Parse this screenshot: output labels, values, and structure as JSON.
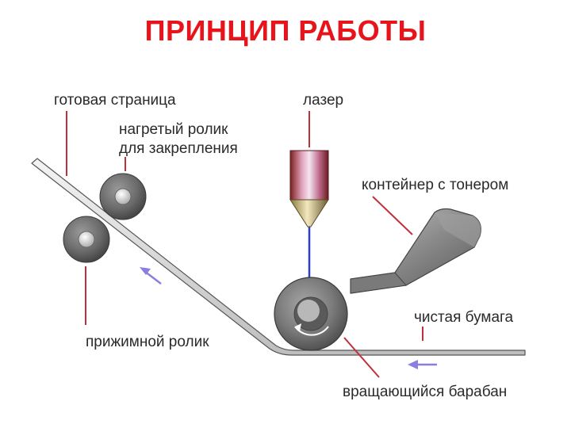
{
  "title": "ПРИНЦИП РАБОТЫ",
  "labels": {
    "finished_page": "готовая страница",
    "laser": "лазер",
    "heated_roller_line1": "нагретый ролик",
    "heated_roller_line2": "для закрепления",
    "toner_container": "контейнер с тонером",
    "pressure_roller": "прижимной ролик",
    "clean_paper": "чистая бумага",
    "rotating_drum": "вращающийся барабан"
  },
  "colors": {
    "title": "#e8141c",
    "leader_line": "#c0303a",
    "laser_beam": "#2a3fd0",
    "arrow": "#8a7ee0"
  }
}
